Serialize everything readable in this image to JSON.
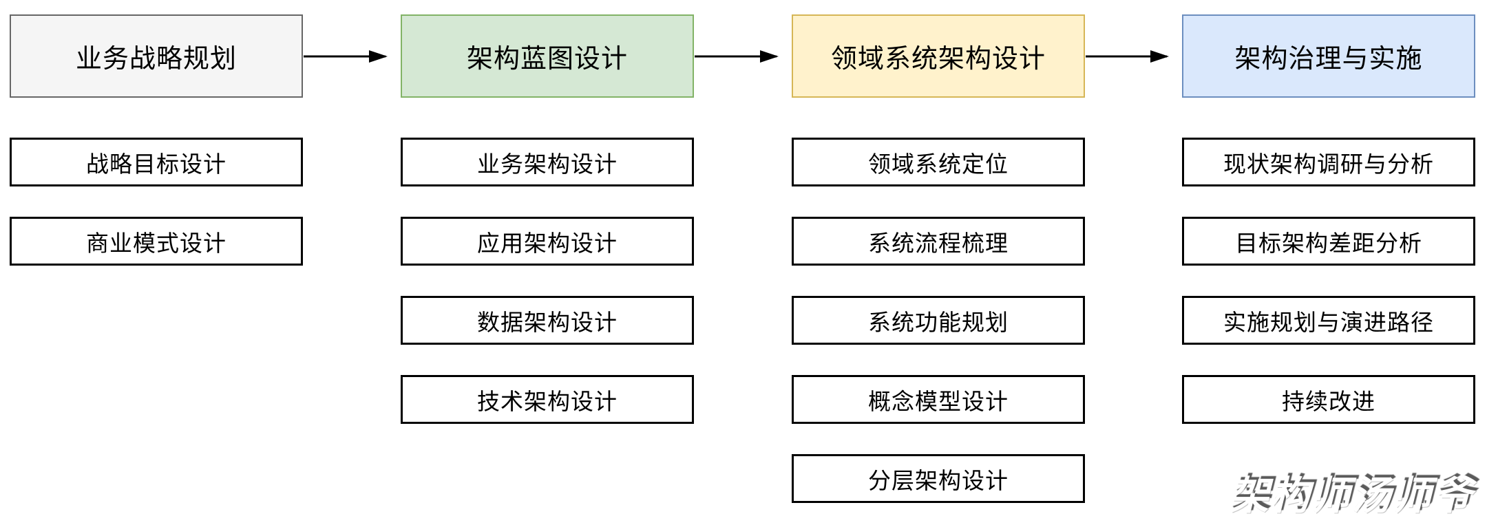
{
  "diagram": {
    "columns": [
      {
        "header": {
          "label": "业务战略规划",
          "fill": "#f5f5f5",
          "border": "#666666"
        },
        "items": [
          "战略目标设计",
          "商业模式设计"
        ]
      },
      {
        "header": {
          "label": "架构蓝图设计",
          "fill": "#d5e8d4",
          "border": "#82b366"
        },
        "items": [
          "业务架构设计",
          "应用架构设计",
          "数据架构设计",
          "技术架构设计"
        ]
      },
      {
        "header": {
          "label": "领域系统架构设计",
          "fill": "#fff2cc",
          "border": "#d6b656"
        },
        "items": [
          "领域系统定位",
          "系统流程梳理",
          "系统功能规划",
          "概念模型设计",
          "分层架构设计"
        ]
      },
      {
        "header": {
          "label": "架构治理与实施",
          "fill": "#dae8fc",
          "border": "#6c8ebf"
        },
        "items": [
          "现状架构调研与分析",
          "目标架构差距分析",
          "实施规划与演进路径",
          "持续改进"
        ]
      }
    ],
    "arrow_color": "#000000",
    "box_border_color": "#000000",
    "watermark": "架构师汤师爷"
  }
}
